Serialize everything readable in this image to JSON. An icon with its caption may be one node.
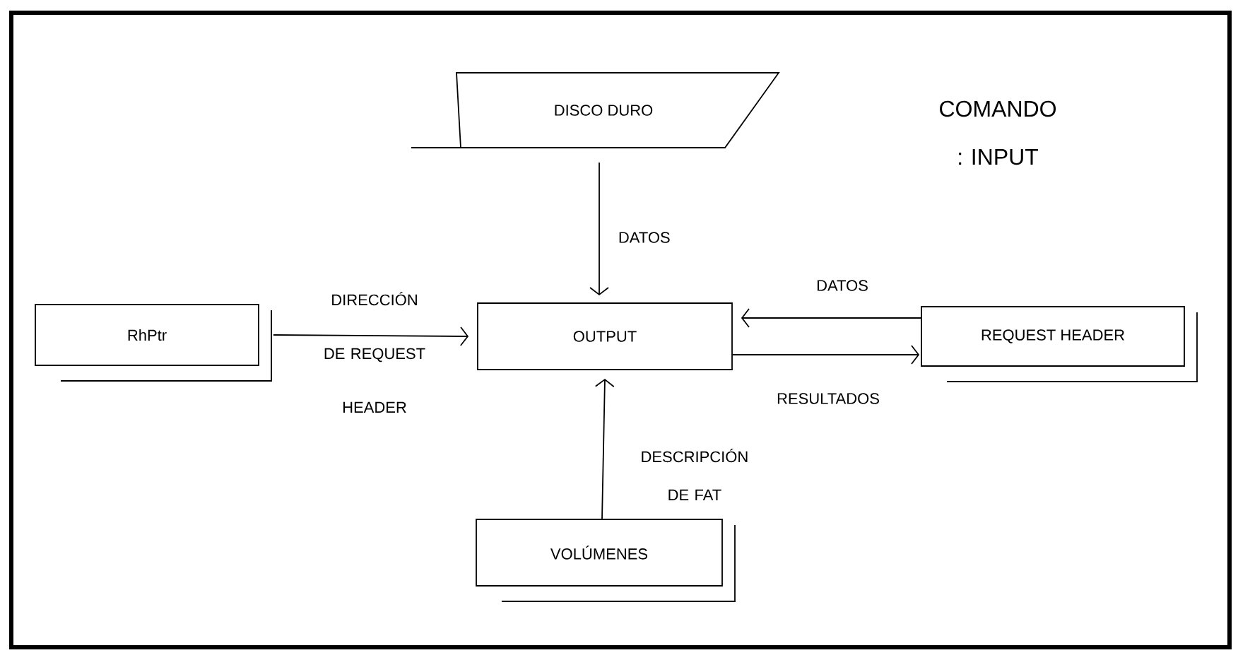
{
  "diagram": {
    "title": "COMANDO : INPUT",
    "nodes": [
      {
        "text": [
          "DISCO DURO"
        ]
      },
      {
        "text": [
          "OUTPUT"
        ]
      },
      {
        "text": [
          "RhPtr"
        ]
      },
      {
        "text": [
          "REQUEST HEADER"
        ]
      },
      {
        "text": [
          "VOLÚMENES"
        ]
      }
    ],
    "edges": [
      {
        "from": 0,
        "to": 1,
        "arrow": "to",
        "label": "DATOS"
      },
      {
        "from": 2,
        "to": 1,
        "arrow": "to",
        "label": "DIRECCIÓN DE REQUEST HEADER"
      },
      {
        "from": 3,
        "to": 1,
        "arrow": "to",
        "label": "DATOS"
      },
      {
        "from": 1,
        "to": 3,
        "arrow": "to",
        "label": "RESULTADOS"
      },
      {
        "from": 4,
        "to": 1,
        "arrow": "to",
        "label": "DESCRIPCIÓN DE FAT"
      }
    ]
  }
}
